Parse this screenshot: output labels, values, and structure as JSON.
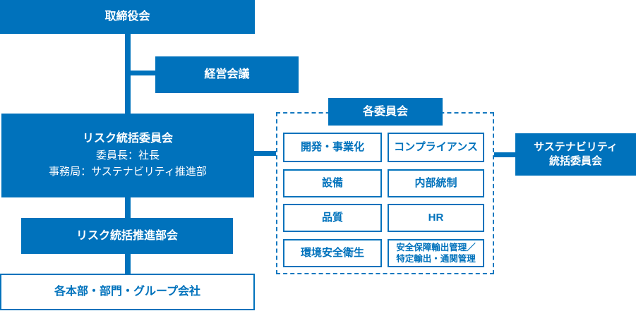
{
  "colors": {
    "primary": "#0072bc",
    "dashed_border": "#1579c0",
    "box_text_on_blue": "#ffffff"
  },
  "chart": {
    "board": "取締役会",
    "management_meeting": "経営会議",
    "risk_committee": {
      "title": "リスク統括委員会",
      "chair": "委員長：社長",
      "secretariat": "事務局：サステナビリティ推進部"
    },
    "risk_promotion_subcommittee": "リスク統括推進部会",
    "group_units": "各本部・部門・グループ会社",
    "committees": {
      "title": "各委員会",
      "items": [
        "開発・事業化",
        "コンプライアンス",
        "設備",
        "内部統制",
        "品質",
        "HR",
        "環境安全衛生",
        "安全保障輸出管理／\n特定輸出・通関管理"
      ]
    },
    "sustainability_committee": "サステナビリティ\n統括委員会"
  }
}
